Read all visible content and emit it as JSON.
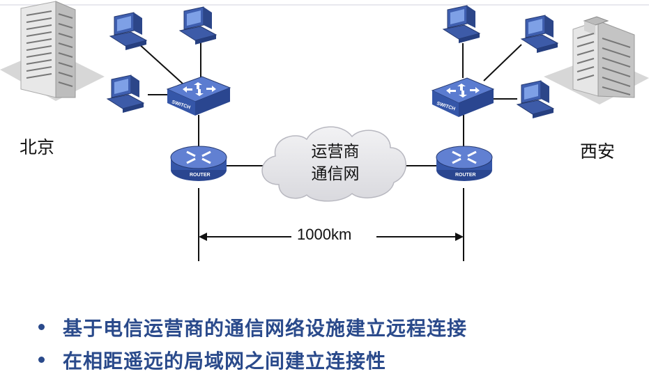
{
  "labels": {
    "beijing": "北京",
    "xian": "西安",
    "cloud_line1": "运营商",
    "cloud_line2": "通信网",
    "distance": "1000km",
    "switch": "SWITCH",
    "router": "ROUTER"
  },
  "bullets": [
    "基于电信运营商的通信网络设施建立远程连接",
    "在相距遥远的局域网之间建立连接性"
  ],
  "colors": {
    "bullet_text": "#2a4a8b",
    "device_blue": "#3f5fb0",
    "cloud_fill": "#e4e4e8"
  }
}
